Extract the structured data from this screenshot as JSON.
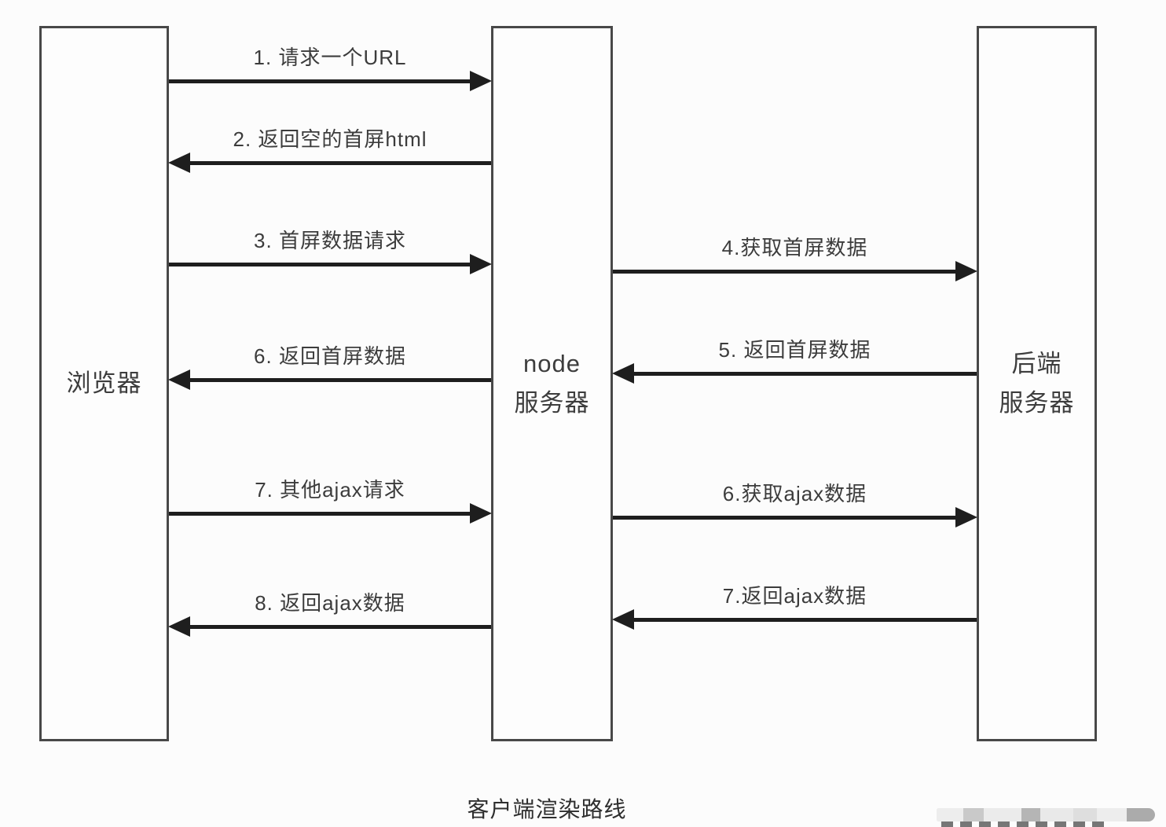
{
  "diagram": {
    "caption": "客户端渲染路线",
    "nodes": [
      {
        "id": "browser",
        "label_lines": [
          "浏览器"
        ]
      },
      {
        "id": "node-server",
        "label_lines": [
          "node",
          "服务器"
        ]
      },
      {
        "id": "backend-server",
        "label_lines": [
          "后端",
          "服务器"
        ]
      }
    ],
    "arrows": [
      {
        "label": "1. 请求一个URL",
        "from": "browser",
        "to": "node-server",
        "direction": "right"
      },
      {
        "label": "2. 返回空的首屏html",
        "from": "node-server",
        "to": "browser",
        "direction": "left"
      },
      {
        "label": "3. 首屏数据请求",
        "from": "browser",
        "to": "node-server",
        "direction": "right"
      },
      {
        "label": "4.获取首屏数据",
        "from": "node-server",
        "to": "backend-server",
        "direction": "right"
      },
      {
        "label": "5. 返回首屏数据",
        "from": "backend-server",
        "to": "node-server",
        "direction": "left"
      },
      {
        "label": "6. 返回首屏数据",
        "from": "node-server",
        "to": "browser",
        "direction": "left"
      },
      {
        "label": "7. 其他ajax请求",
        "from": "browser",
        "to": "node-server",
        "direction": "right"
      },
      {
        "label": "6.获取ajax数据",
        "from": "node-server",
        "to": "backend-server",
        "direction": "right"
      },
      {
        "label": "7.返回ajax数据",
        "from": "backend-server",
        "to": "node-server",
        "direction": "left"
      },
      {
        "label": "8. 返回ajax数据",
        "from": "node-server",
        "to": "browser",
        "direction": "left"
      }
    ],
    "colors": {
      "background": "#fcfcfc",
      "box_border": "#484848",
      "arrow": "#1e1e1e",
      "text": "#3c3c3c"
    }
  },
  "icons": {
    "watermark": "cropped-gray-blocks"
  }
}
